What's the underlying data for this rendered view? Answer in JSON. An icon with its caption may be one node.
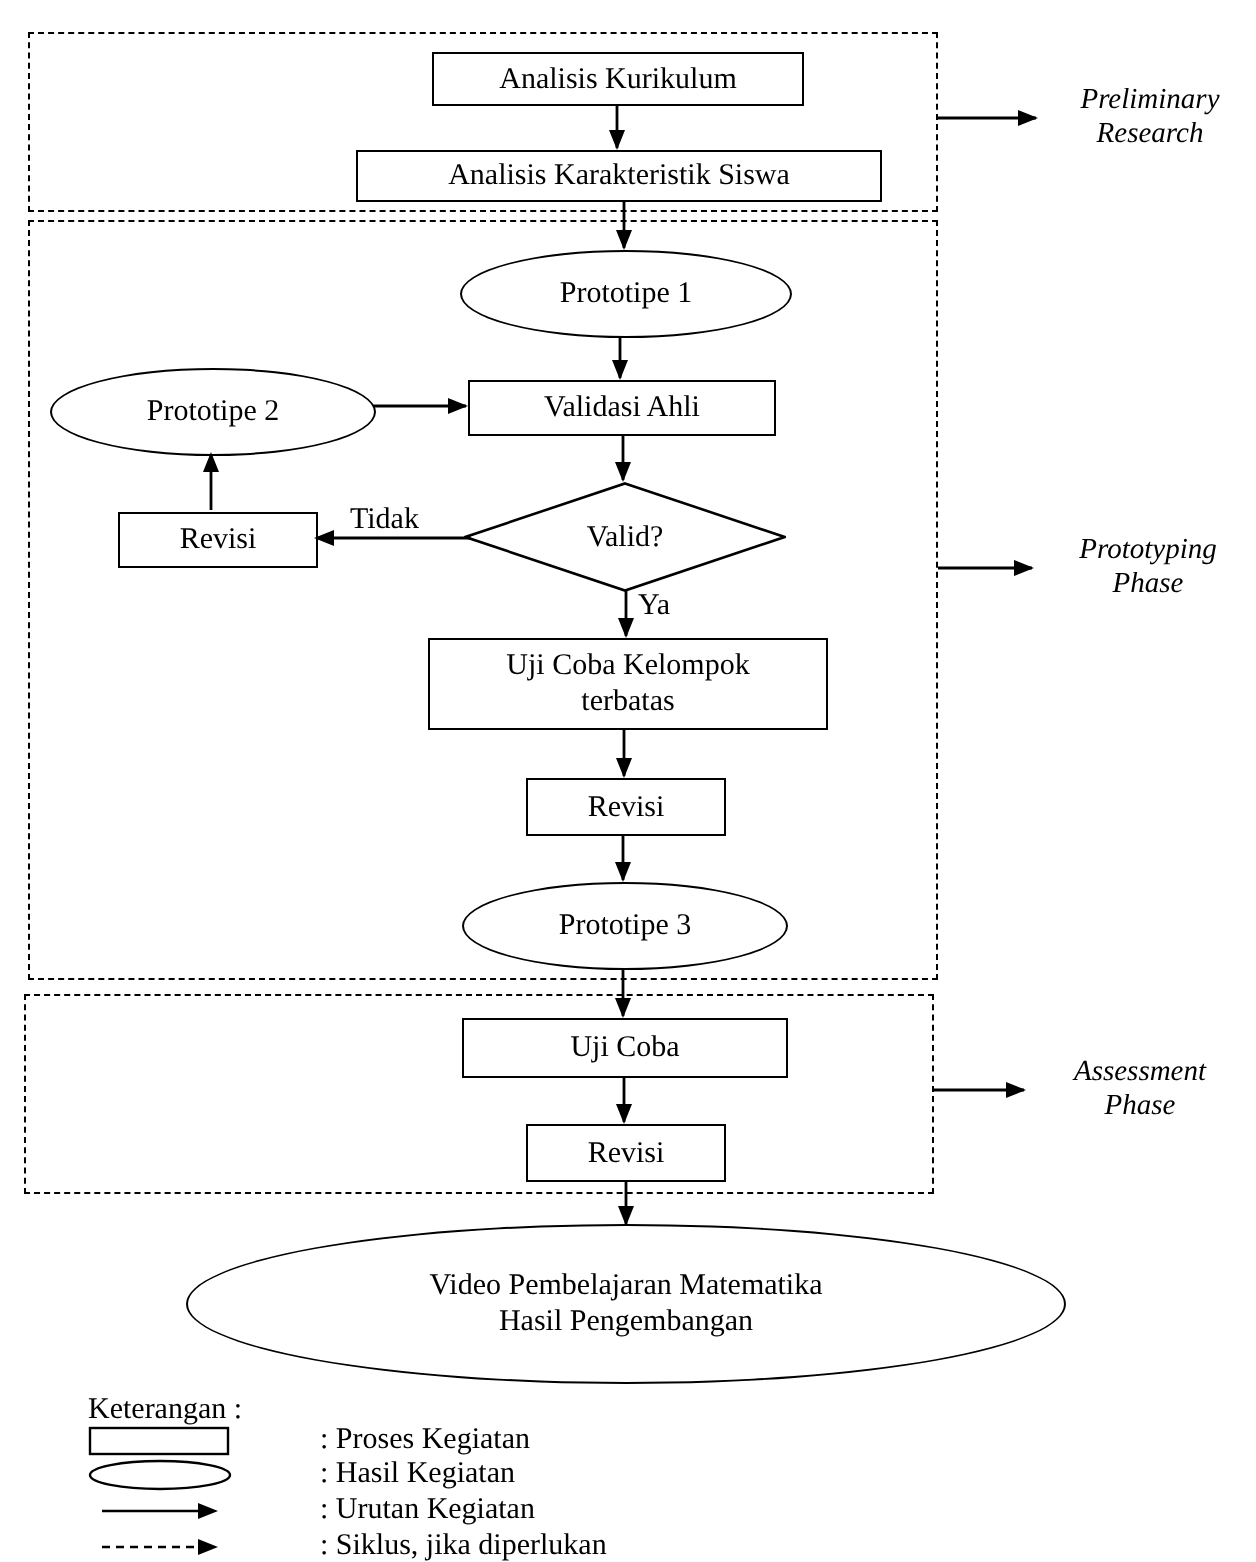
{
  "diagram": {
    "nodes": [
      {
        "text": [],
        "shape": "box"
      },
      {
        "text": [
          "Analisis Kurikulum"
        ],
        "in": 0
      },
      {
        "text": [
          "Analisis Karakteristik Siswa"
        ],
        "in": 0
      },
      {
        "text": [],
        "shape": "box"
      },
      {
        "text": [
          "Prototipe 1"
        ],
        "in": 3
      },
      {
        "text": [
          "Prototipe 2"
        ],
        "in": 3
      },
      {
        "text": [
          "Validasi Ahli"
        ],
        "in": 3
      },
      {
        "text": [
          "Revisi"
        ],
        "in": 3
      },
      {
        "text": [
          "Valid?"
        ],
        "in": 3
      },
      {
        "text": [
          "Uji Coba Kelompok terbatas"
        ],
        "in": 3
      },
      {
        "text": [
          "Revisi"
        ],
        "in": 3
      },
      {
        "text": [
          "Prototipe 3"
        ],
        "in": 3
      },
      {
        "text": [],
        "shape": "box"
      },
      {
        "text": [
          "Uji Coba"
        ],
        "in": 12
      },
      {
        "text": [
          "Revisi"
        ],
        "in": 12
      },
      {
        "text": [
          "Video Pembelajaran Matematika Hasil Pengembangan"
        ]
      },
      {
        "text": [
          "Preliminary Research"
        ]
      },
      {
        "text": [
          "Prototyping Phase"
        ]
      },
      {
        "text": [
          "Assessment Phase"
        ]
      }
    ],
    "edges": [
      {
        "from": 1,
        "to": 2,
        "arrow": "to"
      },
      {
        "from": 2,
        "to": 4,
        "arrow": "to"
      },
      {
        "from": 4,
        "to": 6,
        "arrow": "to"
      },
      {
        "from": 5,
        "to": 6,
        "arrow": "to"
      },
      {
        "from": 6,
        "to": 8,
        "arrow": "to"
      },
      {
        "from": 8,
        "to": 7,
        "arrow": "to",
        "label": "Tidak"
      },
      {
        "from": 7,
        "to": 5,
        "arrow": "to"
      },
      {
        "from": 8,
        "to": 9,
        "arrow": "to",
        "label": "Ya"
      },
      {
        "from": 9,
        "to": 10,
        "arrow": "to"
      },
      {
        "from": 10,
        "to": 11,
        "arrow": "to"
      },
      {
        "from": 11,
        "to": 13,
        "arrow": "to"
      },
      {
        "from": 13,
        "to": 14,
        "arrow": "to"
      },
      {
        "from": 14,
        "to": 15,
        "arrow": "to"
      },
      {
        "from": 0,
        "to": 16,
        "arrow": "to"
      },
      {
        "from": 3,
        "to": 17,
        "arrow": "to"
      },
      {
        "from": 12,
        "to": 18,
        "arrow": "to"
      }
    ],
    "labels": [
      "Keterangan :"
    ],
    "legend": [
      {
        "text": ": Proses Kegiatan"
      },
      {
        "text": ": Hasil Kegiatan"
      },
      {
        "text": ": Urutan Kegiatan"
      },
      {
        "text": ": Siklus, jika diperlukan"
      }
    ]
  }
}
